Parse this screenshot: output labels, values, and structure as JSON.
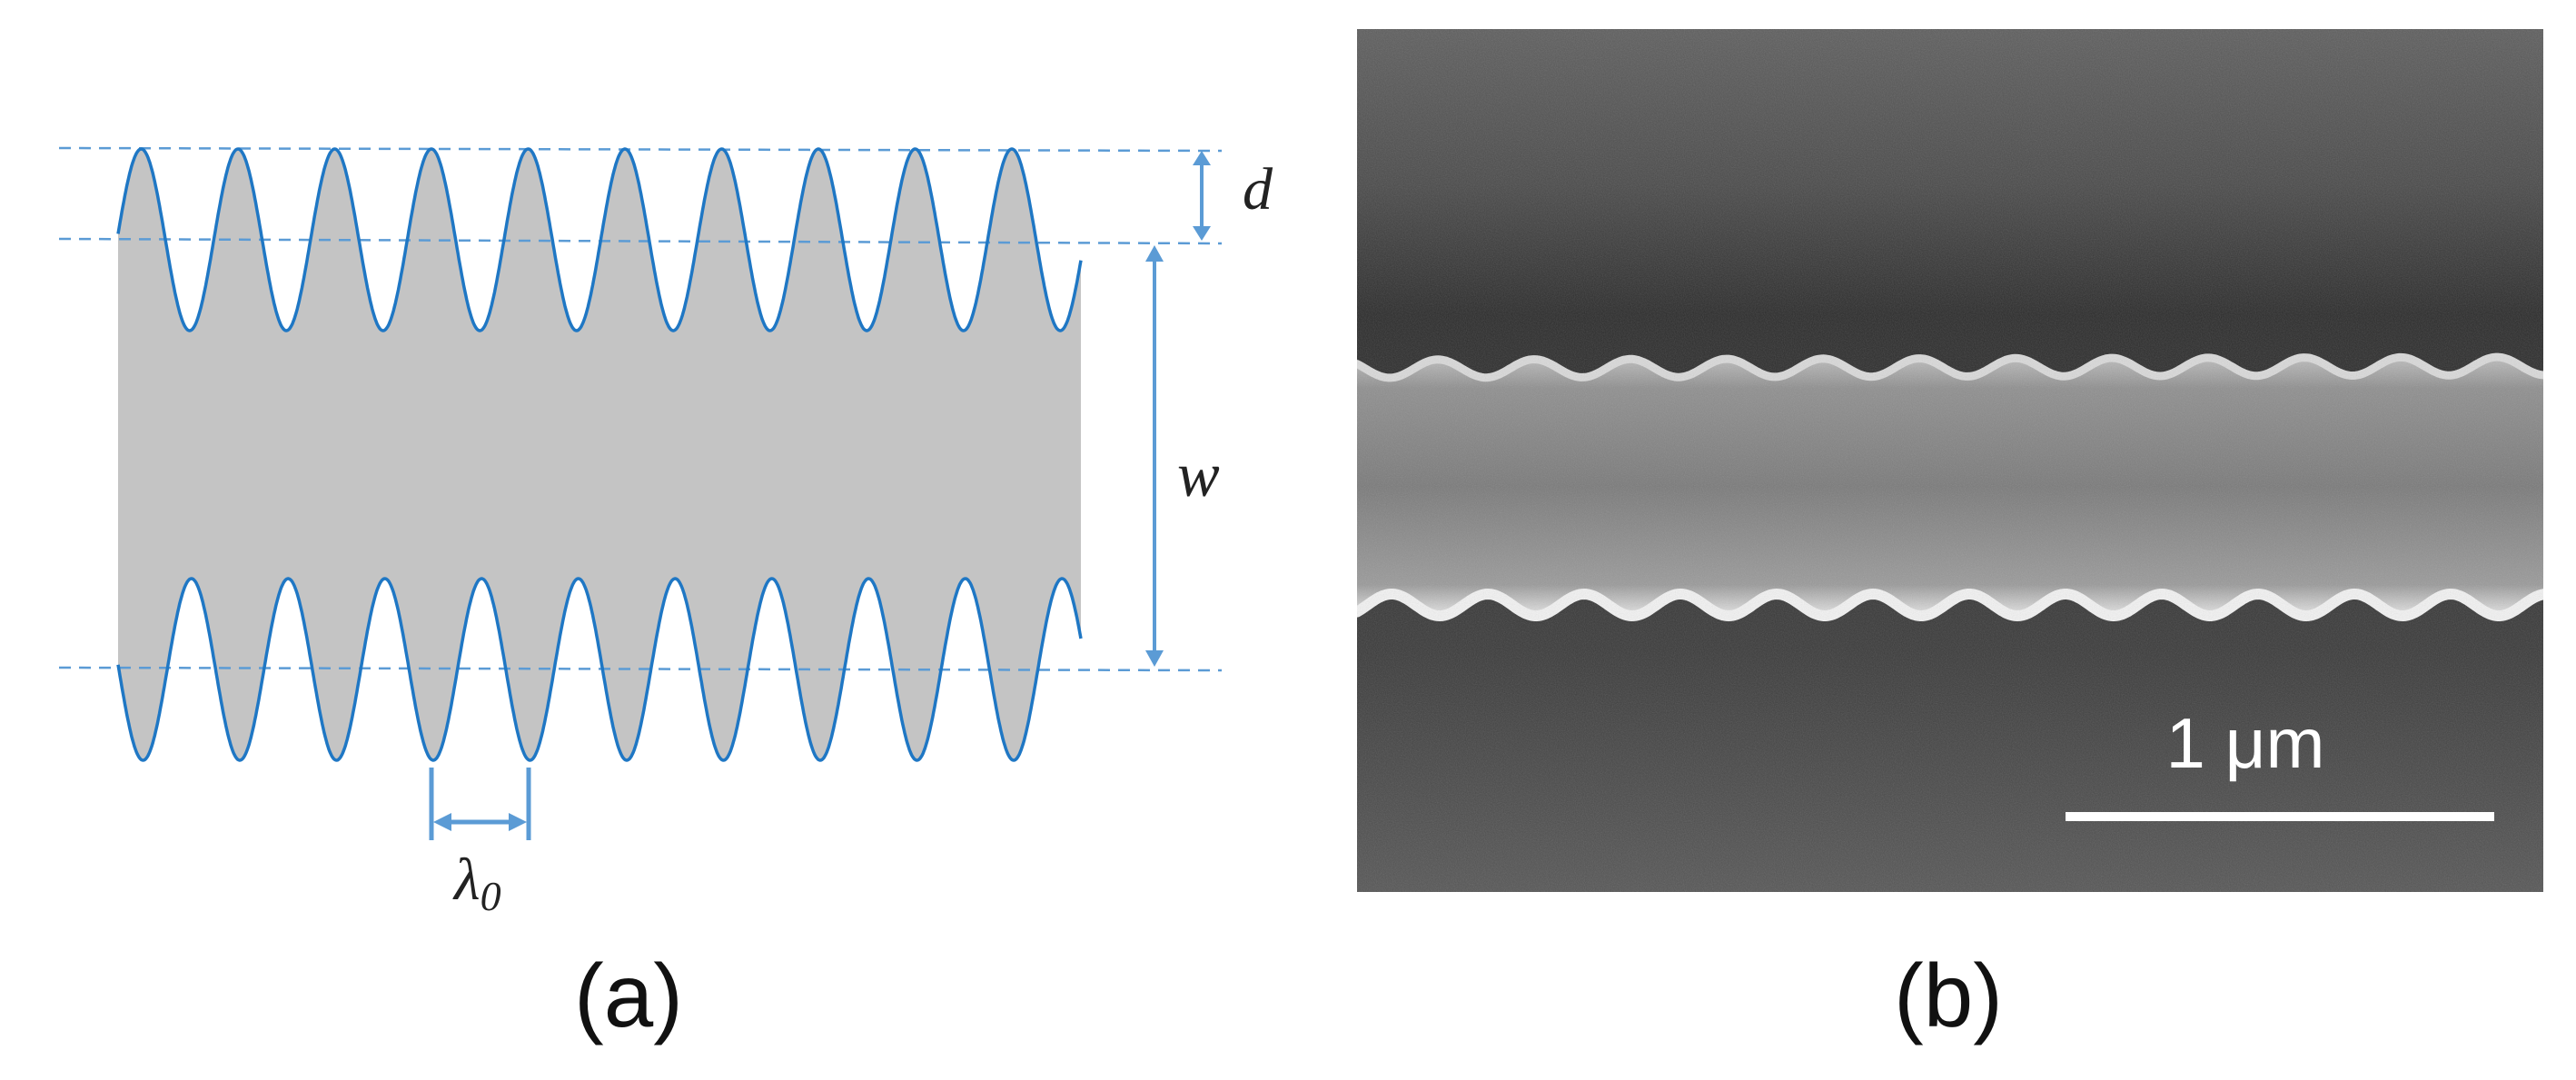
{
  "panel_a": {
    "caption": "(a)",
    "labels": {
      "depth": "d",
      "width": "w",
      "wavelength_symbol": "λ",
      "wavelength_subscript": "0"
    },
    "colors": {
      "curve": "#1f77c4",
      "arrow": "#5b9bd5",
      "fill": "#c4c4c4"
    }
  },
  "panel_b": {
    "caption": "(b)",
    "scale_bar_label": "1 μm"
  }
}
